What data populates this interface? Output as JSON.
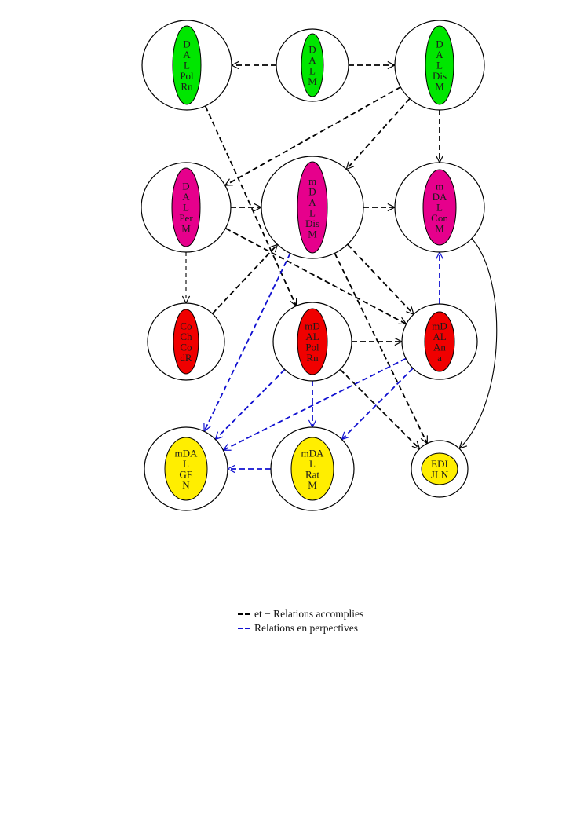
{
  "diagram": {
    "colors": {
      "green": "#00e600",
      "magenta": "#e6008c",
      "red": "#f00000",
      "yellow": "#ffee00",
      "black_edge": "#000000",
      "blue_edge": "#1010d0"
    },
    "nodes": [
      {
        "id": "dalpolrn",
        "lines": [
          "D",
          "A",
          "L",
          "Pol",
          "Rn"
        ],
        "fill": "green"
      },
      {
        "id": "dalm",
        "lines": [
          "D",
          "A",
          "L",
          "M"
        ],
        "fill": "green"
      },
      {
        "id": "daldism",
        "lines": [
          "D",
          "A",
          "L",
          "Dis",
          "M"
        ],
        "fill": "green"
      },
      {
        "id": "dalperm",
        "lines": [
          "D",
          "A",
          "L",
          "Per",
          "M"
        ],
        "fill": "magenta"
      },
      {
        "id": "mdaldism",
        "lines": [
          "m",
          "D",
          "A",
          "L",
          "Dis",
          "M"
        ],
        "fill": "magenta"
      },
      {
        "id": "mdalconm",
        "lines": [
          "m",
          "DA",
          "L",
          "Con",
          "M"
        ],
        "fill": "magenta"
      },
      {
        "id": "cochcodr",
        "lines": [
          "Co",
          "Ch",
          "Co",
          "dR"
        ],
        "fill": "red"
      },
      {
        "id": "mdalpolrn",
        "lines": [
          "mD",
          "AL",
          "Pol",
          "Rn"
        ],
        "fill": "red"
      },
      {
        "id": "mdalana",
        "lines": [
          "mD",
          "AL",
          "An",
          "a"
        ],
        "fill": "red"
      },
      {
        "id": "mdalgen",
        "lines": [
          "mDA",
          "L",
          "GE",
          "N"
        ],
        "fill": "yellow"
      },
      {
        "id": "mdalratm",
        "lines": [
          "mDA",
          "L",
          "Rat",
          "M"
        ],
        "fill": "yellow"
      },
      {
        "id": "edijln",
        "lines": [
          "EDI",
          "JLN"
        ],
        "fill": "yellow"
      }
    ],
    "edges": [
      {
        "from": "dalm",
        "to": "dalpolrn",
        "style": "black-dashed"
      },
      {
        "from": "dalm",
        "to": "daldism",
        "style": "black-dashed"
      },
      {
        "from": "daldism",
        "to": "dalperm",
        "style": "black-dashed"
      },
      {
        "from": "daldism",
        "to": "mdaldism",
        "style": "black-dashed"
      },
      {
        "from": "daldism",
        "to": "mdalconm",
        "style": "black-dashed"
      },
      {
        "from": "dalpolrn",
        "to": "mdalpolrn",
        "style": "black-dashed"
      },
      {
        "from": "dalperm",
        "to": "mdaldism",
        "style": "black-dashed"
      },
      {
        "from": "dalperm",
        "to": "cochcodr",
        "style": "black-dashed-thin"
      },
      {
        "from": "dalperm",
        "to": "mdalana",
        "style": "black-dashed"
      },
      {
        "from": "mdaldism",
        "to": "mdalconm",
        "style": "black-dashed"
      },
      {
        "from": "mdaldism",
        "to": "mdalana",
        "style": "black-dashed"
      },
      {
        "from": "mdaldism",
        "to": "edijln",
        "style": "black-dashed"
      },
      {
        "from": "cochcodr",
        "to": "mdaldism",
        "style": "black-dashed"
      },
      {
        "from": "mdalpolrn",
        "to": "mdalana",
        "style": "black-dashed"
      },
      {
        "from": "mdalpolrn",
        "to": "edijln",
        "style": "black-dashed"
      },
      {
        "from": "mdalconm",
        "to": "edijln",
        "style": "black-solid-curve"
      },
      {
        "from": "mdalana",
        "to": "mdalconm",
        "style": "blue-dashed"
      },
      {
        "from": "mdaldism",
        "to": "mdalgen",
        "style": "blue-dashed"
      },
      {
        "from": "mdalpolrn",
        "to": "mdalgen",
        "style": "blue-dashed"
      },
      {
        "from": "mdalpolrn",
        "to": "mdalratm",
        "style": "blue-dashed"
      },
      {
        "from": "mdalana",
        "to": "mdalgen",
        "style": "blue-dashed"
      },
      {
        "from": "mdalana",
        "to": "mdalratm",
        "style": "blue-dashed"
      },
      {
        "from": "mdalratm",
        "to": "mdalgen",
        "style": "blue-dashed"
      }
    ]
  },
  "legend": {
    "items": [
      {
        "label": "et − Relations accomplies",
        "style": "black-dashed"
      },
      {
        "label": "Relations en perpectives",
        "style": "blue-dashed"
      }
    ]
  }
}
